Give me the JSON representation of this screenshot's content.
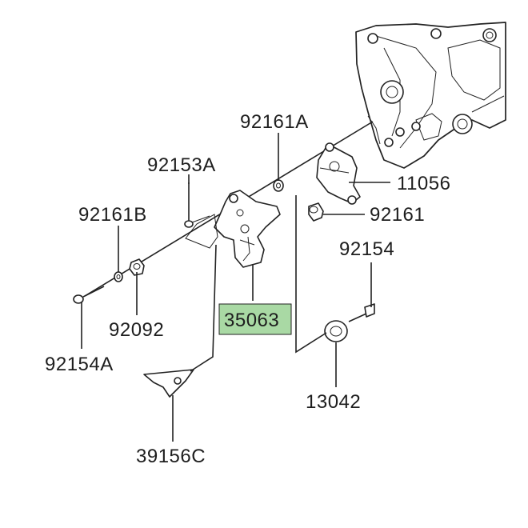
{
  "parts": {
    "p92161A": "92161A",
    "p92153A": "92153A",
    "p11056": "11056",
    "p92161B": "92161B",
    "p92161": "92161",
    "p92154": "92154",
    "p92092": "92092",
    "p35063": "35063",
    "p92154A": "92154A",
    "p13042": "13042",
    "p39156C": "39156C"
  },
  "colors": {
    "highlight": "#a9d9a4",
    "line": "#222222",
    "text": "#1e1e1e"
  }
}
